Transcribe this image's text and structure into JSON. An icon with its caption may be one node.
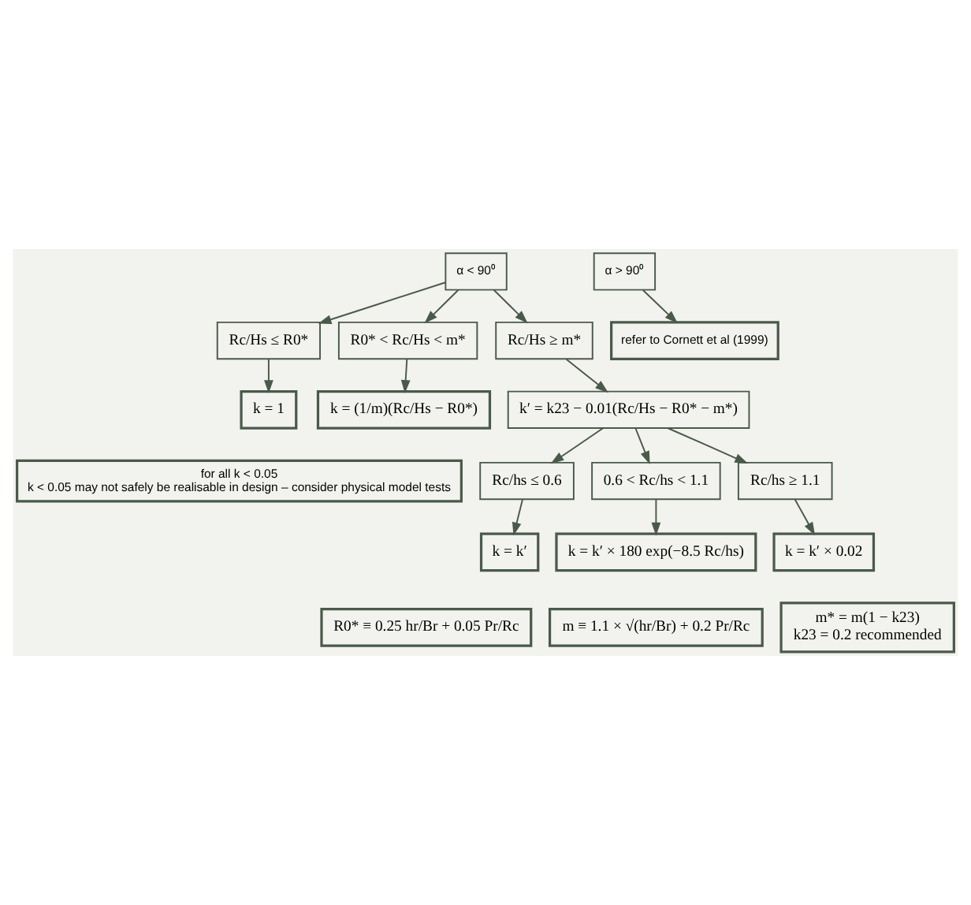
{
  "diagram": {
    "nodes": [
      {
        "text": [
          "α < 90⁰"
        ]
      },
      {
        "text": [
          "α > 90⁰"
        ]
      },
      {
        "text": [
          "Rc/Hs ≤ R0*"
        ]
      },
      {
        "text": [
          "R0* < Rc/Hs < m*"
        ]
      },
      {
        "text": [
          "Rc/Hs ≥ m*"
        ]
      },
      {
        "text": [
          "refer to Cornett et al (1999)"
        ]
      },
      {
        "text": [
          "k = 1"
        ]
      },
      {
        "text": [
          "k = (1/m)(Rc/Hs − R0*)"
        ]
      },
      {
        "text": [
          "k′ = k23 − 0.01(Rc/Hs − R0* − m*)"
        ]
      },
      {
        "text": [
          "for all k < 0.05",
          "k < 0.05 may not safely be realisable in design – consider physical model tests"
        ]
      },
      {
        "text": [
          "Rc/hs ≤ 0.6"
        ]
      },
      {
        "text": [
          "0.6 < Rc/hs < 1.1"
        ]
      },
      {
        "text": [
          "Rc/hs ≥ 1.1"
        ]
      },
      {
        "text": [
          "k = k′"
        ]
      },
      {
        "text": [
          "k = k′ × 180 exp(−8.5 Rc/hs)"
        ]
      },
      {
        "text": [
          "k = k′ × 0.02"
        ]
      },
      {
        "text": [
          "R0* ≡ 0.25 hr/Br + 0.05 Pr/Rc"
        ]
      },
      {
        "text": [
          "m ≡ 1.1 × √(hr/Br) + 0.2 Pr/Rc"
        ]
      },
      {
        "text": [
          "m* = m(1 − k23)",
          "k23 = 0.2 recommended"
        ]
      }
    ],
    "edges": [
      {
        "from": 0,
        "to": 2,
        "arrow": "to"
      },
      {
        "from": 0,
        "to": 3,
        "arrow": "to"
      },
      {
        "from": 0,
        "to": 4,
        "arrow": "to"
      },
      {
        "from": 1,
        "to": 5,
        "arrow": "to"
      },
      {
        "from": 2,
        "to": 6,
        "arrow": "to"
      },
      {
        "from": 3,
        "to": 7,
        "arrow": "to"
      },
      {
        "from": 4,
        "to": 8,
        "arrow": "to"
      },
      {
        "from": 8,
        "to": 10,
        "arrow": "to"
      },
      {
        "from": 8,
        "to": 11,
        "arrow": "to"
      },
      {
        "from": 8,
        "to": 12,
        "arrow": "to"
      },
      {
        "from": 10,
        "to": 13,
        "arrow": "to"
      },
      {
        "from": 11,
        "to": 14,
        "arrow": "to"
      },
      {
        "from": 12,
        "to": 15,
        "arrow": "to"
      }
    ]
  }
}
